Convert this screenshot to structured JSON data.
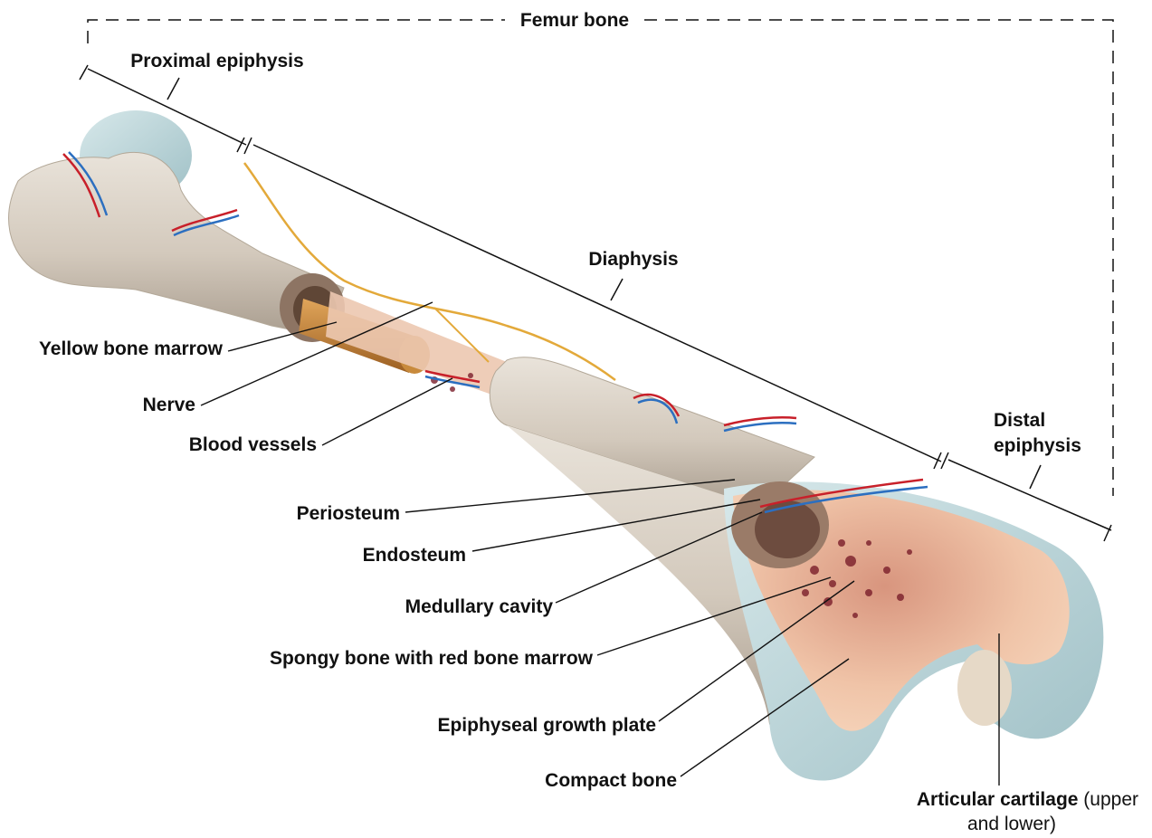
{
  "title": "Femur bone",
  "regions": {
    "proximal": "Proximal epiphysis",
    "diaphysis": "Diaphysis",
    "distal_line1": "Distal",
    "distal_line2": "epiphysis"
  },
  "labels": {
    "yellow_marrow": "Yellow bone marrow",
    "nerve": "Nerve",
    "blood_vessels": "Blood vessels",
    "periosteum": "Periosteum",
    "endosteum": "Endosteum",
    "medullary": "Medullary cavity",
    "spongy": "Spongy bone with red bone marrow",
    "growth_plate": "Epiphyseal growth plate",
    "compact": "Compact bone",
    "cartilage_bold": "Articular cartilage",
    "cartilage_rest1": " (upper",
    "cartilage_rest2": "and lower)"
  },
  "colors": {
    "bone": "#d8d0c4",
    "cartilage": "#b9d4d8",
    "marrow_yellow": "#c98a3c",
    "spongy": "#e8b89a",
    "red_marrow": "#7a1e2a",
    "nerve": "#e3a93a",
    "artery": "#c8202a",
    "vein": "#2c6fc0"
  }
}
